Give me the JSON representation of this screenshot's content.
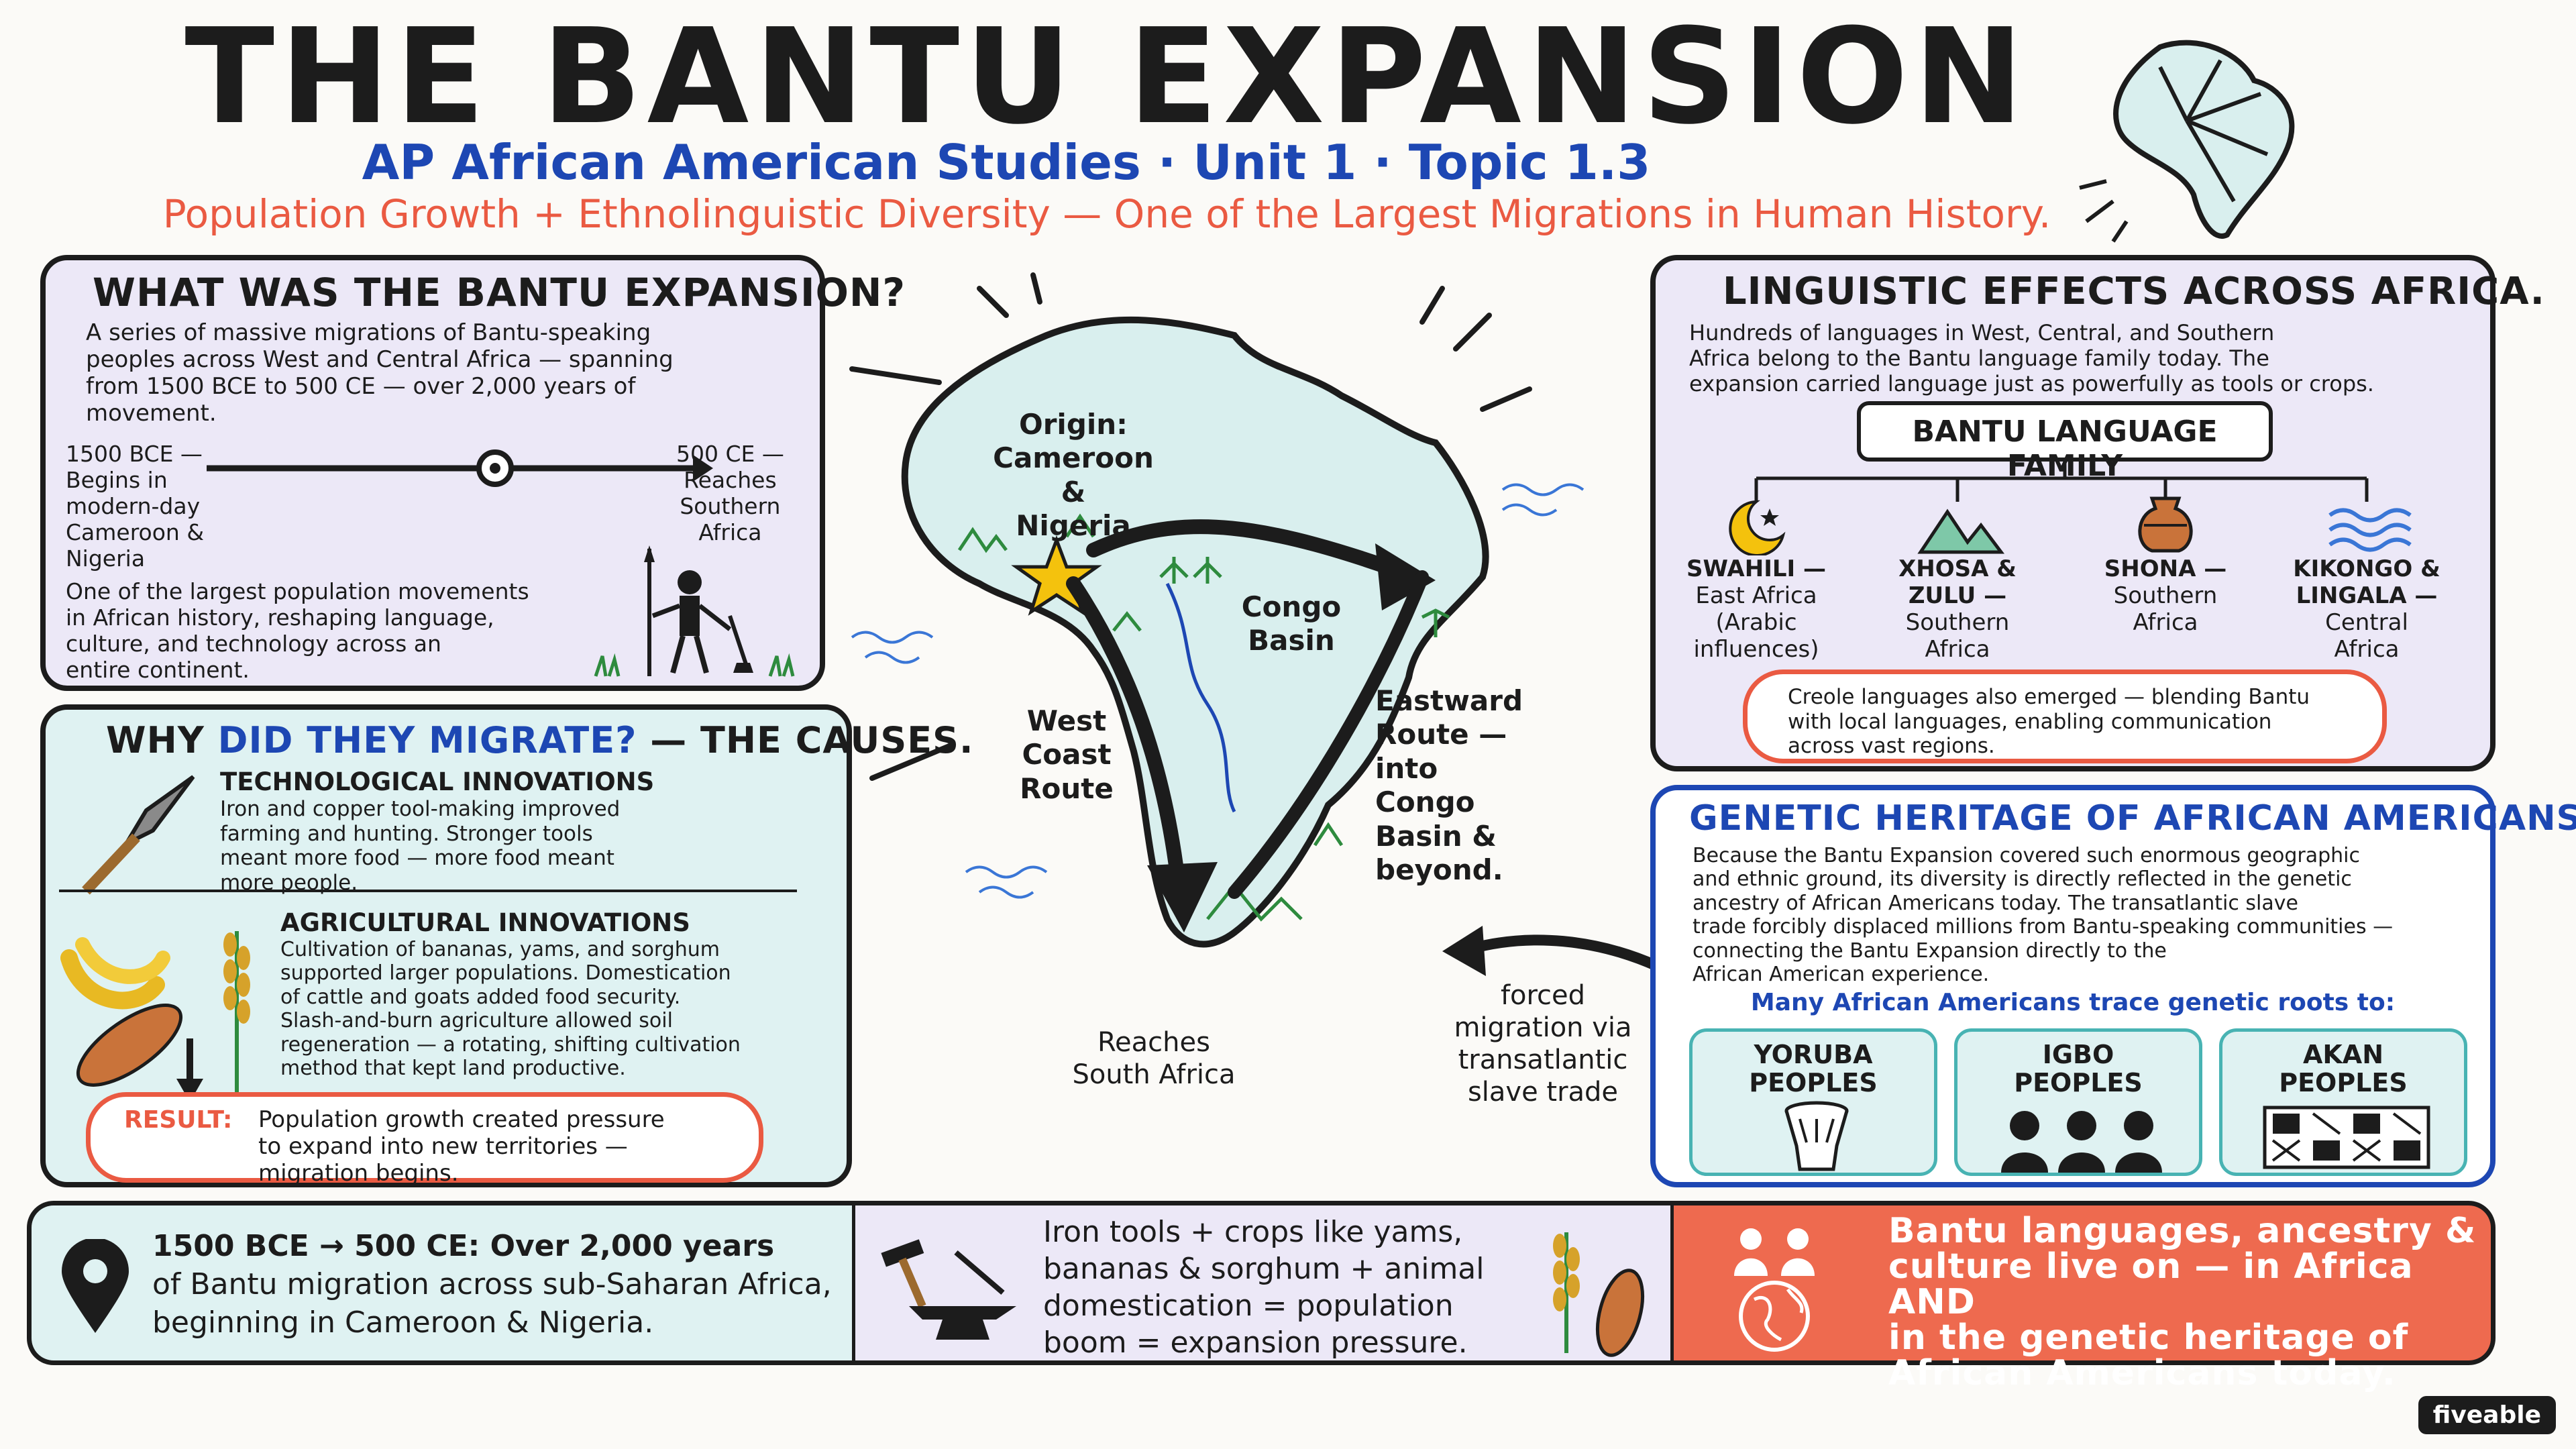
{
  "header": {
    "title": "THE BANTU EXPANSION",
    "subtitle": "AP African American Studies · Unit 1 · Topic 1.3",
    "tagline": "Population Growth + Ethnolinguistic Diversity — One of the Largest Migrations in Human History."
  },
  "what": {
    "heading": "WHAT WAS THE BANTU EXPANSION?",
    "intro": [
      "A series of massive migrations of Bantu-speaking",
      "peoples across West and Central Africa — spanning",
      "from 1500 BCE to 500 CE — over 2,000 years of",
      "movement."
    ],
    "start": [
      "1500 BCE —",
      "Begins in",
      "modern-day",
      "Cameroon &",
      "Nigeria"
    ],
    "end": [
      "500 CE —",
      "Reaches",
      "Southern",
      "Africa"
    ],
    "closing": [
      "One of the largest population movements",
      "in African history, reshaping language,",
      "culture, and technology across an",
      "entire continent."
    ]
  },
  "why": {
    "heading_a": "WHY ",
    "heading_b": "DID THEY MIGRATE?",
    "heading_c": " — THE CAUSES.",
    "tech_title": "TECHNOLOGICAL INNOVATIONS",
    "tech_text": [
      "Iron and copper tool-making improved",
      "farming and hunting. Stronger tools",
      "meant more food — more food meant",
      "more people."
    ],
    "agri_title": "AGRICULTURAL INNOVATIONS",
    "agri_text": [
      "Cultivation of bananas, yams, and sorghum",
      "supported larger populations. Domestication",
      "of cattle and goats added food security.",
      "Slash-and-burn agriculture allowed soil",
      "regeneration — a rotating, shifting cultivation",
      "method that kept land productive."
    ],
    "result_label": "RESULT:",
    "result_text": [
      "Population growth created pressure",
      "to expand into new territories —",
      "migration begins."
    ]
  },
  "map": {
    "origin": [
      "Origin:",
      "Cameroon &",
      "Nigeria"
    ],
    "congo": [
      "Congo",
      "Basin"
    ],
    "west": [
      "West",
      "Coast",
      "Route"
    ],
    "east": [
      "Eastward",
      "Route —",
      "into Congo",
      "Basin &",
      "beyond."
    ],
    "south": [
      "Reaches",
      "South Africa"
    ],
    "forced": [
      "forced",
      "migration via",
      "transatlantic",
      "slave trade"
    ]
  },
  "linguistic": {
    "heading": "LINGUISTIC EFFECTS ACROSS AFRICA.",
    "intro": [
      "Hundreds of languages in West, Central, and Southern",
      "Africa belong to the Bantu language family today. The",
      "expansion carried language just as powerfully as tools or crops."
    ],
    "family": "BANTU LANGUAGE FAMILY",
    "languages": [
      {
        "lines": [
          "SWAHILI —",
          "East Africa",
          "(Arabic",
          "influences)"
        ],
        "icon": "crescent-moon-icon"
      },
      {
        "lines": [
          "XHOSA &",
          "ZULU —",
          "Southern",
          "Africa"
        ],
        "icon": "mountains-icon"
      },
      {
        "lines": [
          "SHONA —",
          "Southern",
          "Africa"
        ],
        "icon": "clay-pot-icon"
      },
      {
        "lines": [
          "KIKONGO &",
          "LINGALA —",
          "Central",
          "Africa"
        ],
        "icon": "river-waves-icon"
      }
    ],
    "creole": [
      "Creole languages also emerged — blending Bantu",
      "with local languages, enabling communication",
      "across vast regions."
    ]
  },
  "genetic": {
    "heading": "GENETIC HERITAGE OF AFRICAN AMERICANS.",
    "text": [
      "Because the Bantu Expansion covered such enormous geographic",
      "and ethnic ground, its diversity is directly reflected in the genetic",
      "ancestry of African Americans today. The transatlantic slave",
      "trade forcibly displaced millions from Bantu-speaking communities —",
      "connecting the Bantu Expansion directly to the",
      "African American experience."
    ],
    "roots_label": "Many African Americans trace genetic roots to:",
    "peoples": [
      {
        "lines": [
          "YORUBA",
          "PEOPLES"
        ],
        "icon": "drum-icon"
      },
      {
        "lines": [
          "IGBO",
          "PEOPLES"
        ],
        "icon": "people-group-icon"
      },
      {
        "lines": [
          "AKAN",
          "PEOPLES"
        ],
        "icon": "kente-pattern-icon"
      }
    ]
  },
  "bottom": {
    "timeline": [
      "1500 BCE → 500 CE: Over 2,000 years",
      "of Bantu migration across sub-Saharan Africa,",
      "beginning in Cameroon & Nigeria."
    ],
    "tools": [
      "Iron tools + crops like yams,",
      "bananas & sorghum + animal",
      "domestication = population",
      "boom = expansion pressure."
    ],
    "legacy": [
      "Bantu languages, ancestry &",
      "culture live on — in Africa AND",
      "in the genetic heritage of",
      "African Americans today."
    ]
  },
  "brand": "fiveable",
  "colors": {
    "accent_blue": "#1d47b3",
    "accent_red": "#ea5a42",
    "panel_lavender": "#ece8f7",
    "panel_mint": "#dff2f2",
    "map_fill": "#d9efee"
  }
}
